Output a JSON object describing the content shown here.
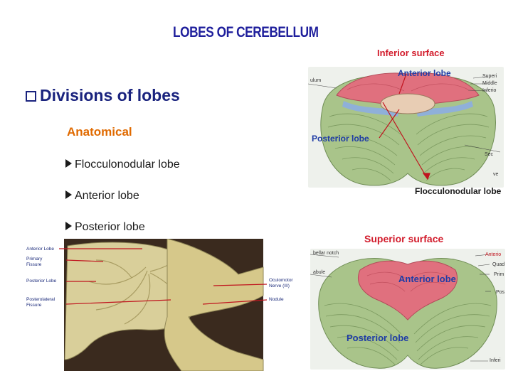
{
  "slide": {
    "title": "LOBES OF CEREBELLUM",
    "heading": "Divisions of lobes",
    "sub_heading": "Anatomical",
    "items": [
      "Flocculonodular lobe",
      "Anterior lobe",
      "Posterior lobe"
    ]
  },
  "inferior_figure": {
    "title": "Inferior surface",
    "labels": {
      "anterior": "Anterior lobe",
      "posterior": "Posterior lobe",
      "flocculonodular": "Flocculonodular lobe"
    },
    "side_labels_left": [
      "ulum"
    ],
    "side_labels_right": [
      "Superi",
      "Middle",
      "Inferio",
      "Sec",
      "ve"
    ]
  },
  "superior_figure": {
    "title": "Superior surface",
    "labels": {
      "anterior": "Anterior lobe",
      "posterior": "Posterior lobe"
    },
    "side_labels_left": [
      "bellar notch",
      "abule"
    ],
    "side_labels_right": [
      "Anterio",
      "Quad",
      "Prim",
      "Pos",
      "Inferi"
    ]
  },
  "photo": {
    "labels_left": [
      "Anterior Lobe",
      "Primary",
      "Fissure",
      "Posterior Lobe",
      "Posterolateral",
      "Fissure"
    ],
    "labels_right": [
      "Oculomotor",
      "Nerve (III)",
      "Nodule"
    ]
  },
  "colors": {
    "title": "#1f1f9c",
    "heading": "#1a237e",
    "sub_heading": "#e06a00",
    "figure_labels": "#d21b2b",
    "lobe_green": "#a9c48a",
    "lobe_pink": "#e0707e"
  }
}
